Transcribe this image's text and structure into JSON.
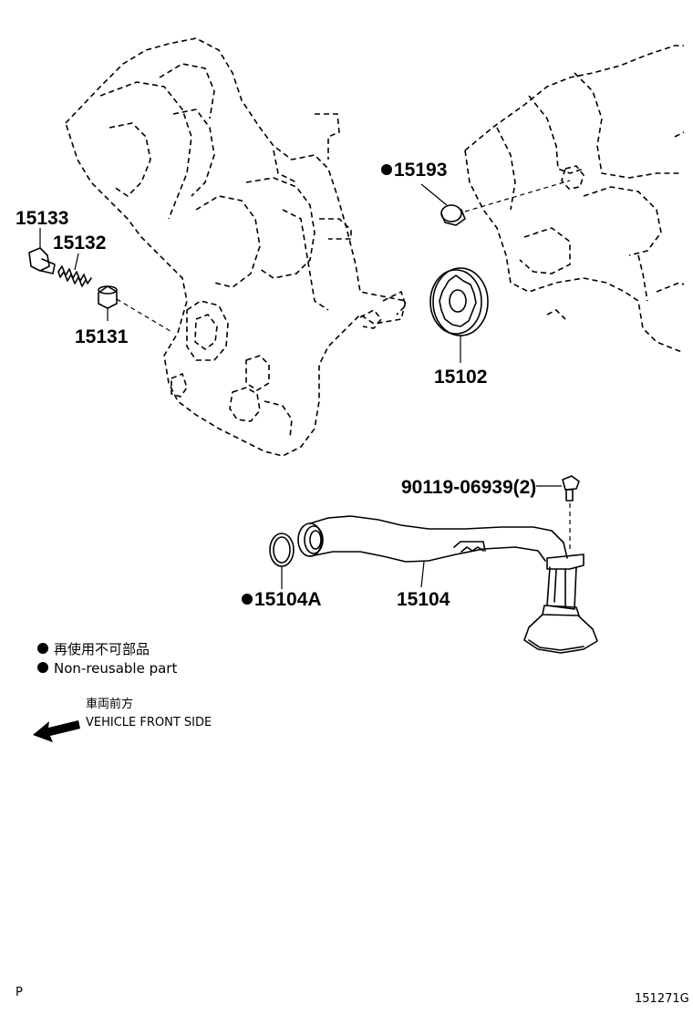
{
  "parts": {
    "p15133": "15133",
    "p15132": "15132",
    "p15131": "15131",
    "p15193": "15193",
    "p15102": "15102",
    "p90119": "90119-06939(2)",
    "p15104A": "15104A",
    "p15104": "15104"
  },
  "legend": {
    "non_reusable_jp": "再使用不可部品",
    "non_reusable_en": "Non-reusable part"
  },
  "direction": {
    "front_jp": "車両前方",
    "front_en": "VEHICLE FRONT SIDE"
  },
  "footer": {
    "left_code": "P",
    "illustration_id": "151271G"
  },
  "icons": {
    "marker": "filled-circle-icon",
    "arrow": "arrow-left-icon"
  }
}
